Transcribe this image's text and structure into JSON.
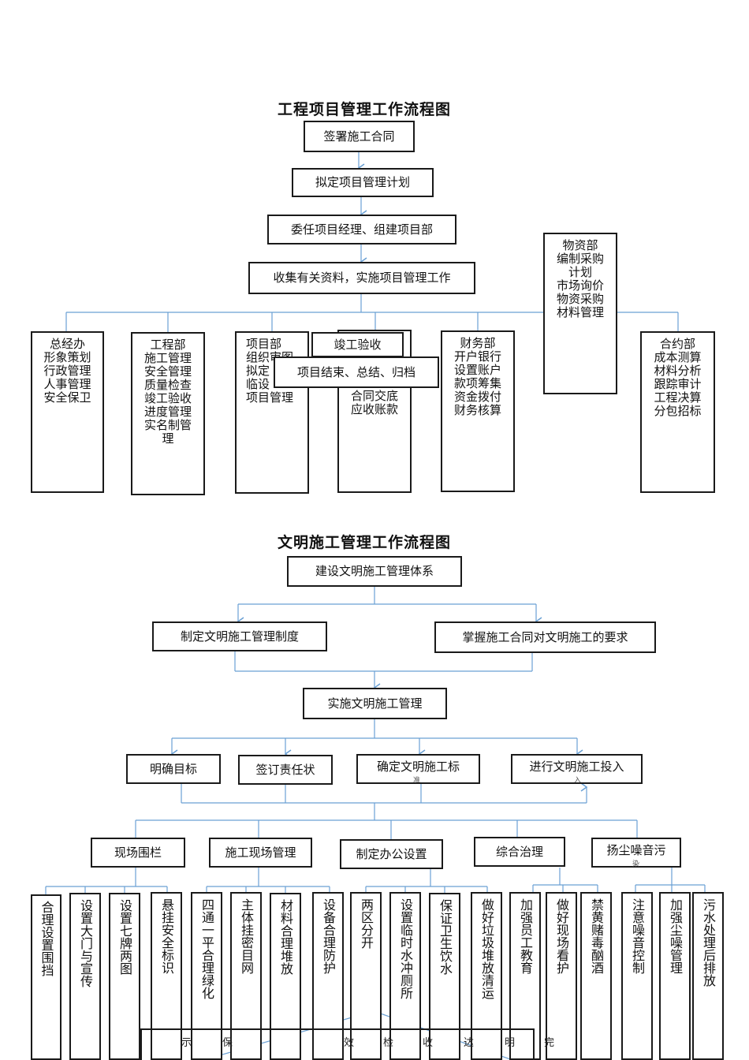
{
  "chart1": {
    "title": "工程项目管理工作流程图",
    "steps": [
      "签署施工合同",
      "拟定项目管理计划",
      "委任项目经理、组建项目部",
      "收集有关资料，实施项目管理工作"
    ],
    "departments": [
      {
        "text": "总经办\n形象策划\n行政管理\n人事管理\n安全保卫"
      },
      {
        "text": "工程部\n施工管理\n安全管理\n质量检查\n竣工验收\n进度管理\n实名制管\n理"
      },
      {
        "text": "项目部\n组织审图\n拟定\n临设\n项目管理"
      },
      {
        "text": "\n\n\n\n合同交底\n应收账款"
      },
      {
        "text": "财务部\n开户银行\n设置账户\n款项筹集\n资金拨付\n财务核算"
      },
      {
        "text": "物资部\n编制采购\n计划\n市场询价\n物资采购\n材料管理"
      },
      {
        "text": "合约部\n成本测算\n材料分析\n跟踪审计\n工程决算\n分包招标"
      }
    ],
    "overlay_completion": "竣工验收",
    "overlay_end": "项目结束、总结、归档"
  },
  "chart2": {
    "title": "文明施工管理工作流程图",
    "top": "建设文明施工管理体系",
    "level2": [
      "制定文明施工管理制度",
      "掌握施工合同对文明施工的要求"
    ],
    "implement": "实施文明施工管理",
    "level4": [
      "明确目标",
      "签订责任状",
      "确定文明施工标",
      "进行文明施工投入"
    ],
    "level4_small": [
      "准",
      "入"
    ],
    "level5": [
      "现场围栏",
      "施工现场管理",
      "制定办公设置",
      "综合治理",
      "扬尘噪音污"
    ],
    "level5_small": "染",
    "leaves": [
      "合理设置围挡",
      "设置大门与宣传",
      "设置七牌两图",
      "悬挂安全标识",
      "四通一平合理绿化",
      "主体挂密目网",
      "材料合理堆放",
      "设备合理防护",
      "两区分开",
      "设置临时水冲厕所",
      "保证卫生饮水",
      "做好垃圾堆放清运",
      "加强员工教育",
      "做好现场看护",
      "禁黄赌毒酗酒",
      "注意噪音控制",
      "加强尘噪管理",
      "污水处理后排放"
    ],
    "bottom_fragments": [
      "示",
      "保",
      "效",
      "检",
      "收",
      "达",
      "明",
      "完"
    ]
  }
}
